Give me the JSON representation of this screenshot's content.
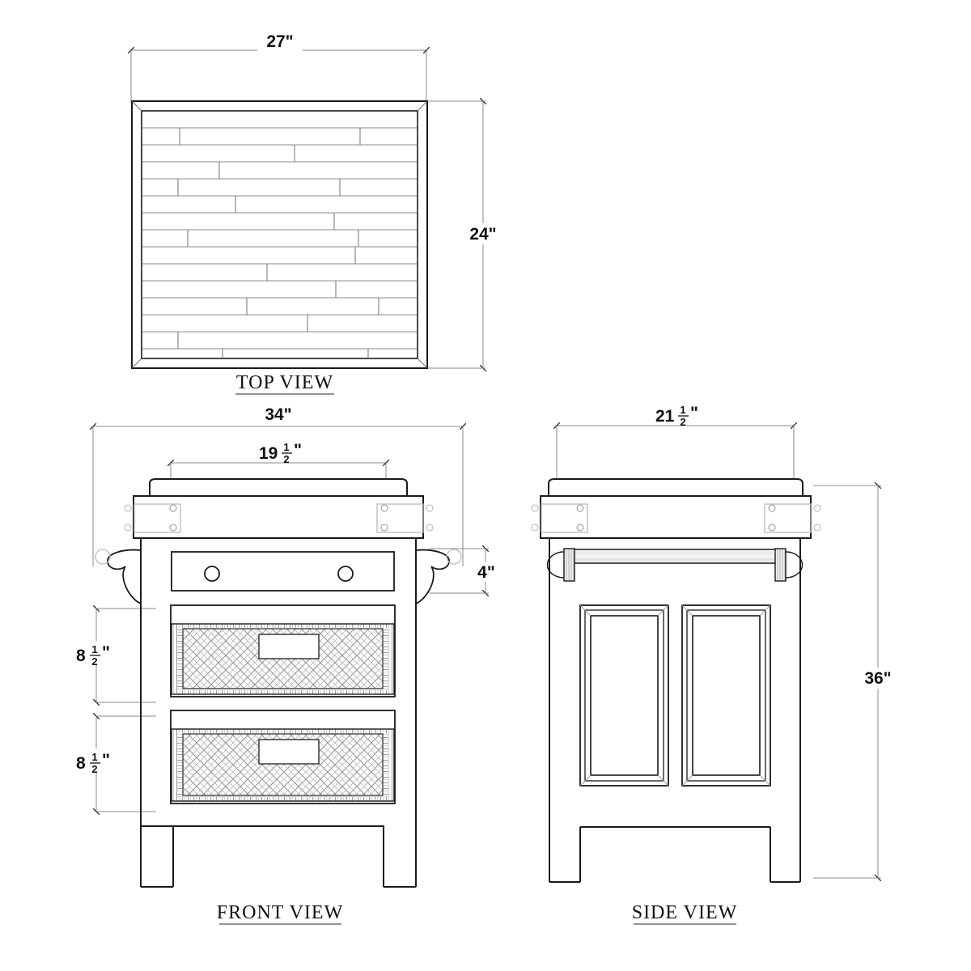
{
  "drawing": {
    "title": "Furniture technical drawing — three orthographic projections",
    "line_color": "#1a1a1a",
    "dim_line_color": "#8a8a8a",
    "hatch_color": "#7d7d7d",
    "background": "#ffffff"
  },
  "views": {
    "top": {
      "label": "TOP VIEW",
      "dimensions": {
        "width": {
          "value": "27",
          "unit": "\"",
          "text": "27\""
        },
        "depth": {
          "value": "24",
          "unit": "\"",
          "text": "24\""
        }
      },
      "surface": "staggered plank top",
      "plank_rows": 14
    },
    "front": {
      "label": "FRONT VIEW",
      "dimensions": {
        "overall_width": {
          "value": "34",
          "unit": "\"",
          "text": "34\""
        },
        "top_width": {
          "whole": "19",
          "num": "1",
          "den": "2",
          "unit": "\"",
          "text": "19 1/2\""
        },
        "drawer_height": {
          "value": "4",
          "unit": "\"",
          "text": "4\""
        },
        "basket_upper": {
          "whole": "8",
          "num": "1",
          "den": "2",
          "unit": "\"",
          "text": "8 1/2\""
        },
        "basket_lower": {
          "whole": "8",
          "num": "1",
          "den": "2",
          "unit": "\"",
          "text": "8 1/2\""
        }
      },
      "components": [
        "butcher-block top",
        "metal bracket plates",
        "scroll corbels",
        "drawer with two knobs",
        "upper woven basket",
        "lower woven basket",
        "legs with arched apron"
      ],
      "drawer_knobs": 2,
      "bracket_bolts_per_plate": 4,
      "baskets": 2
    },
    "side": {
      "label": "SIDE VIEW",
      "dimensions": {
        "depth": {
          "whole": "21",
          "num": "1",
          "den": "2",
          "unit": "\"",
          "text": "21 1/2\""
        },
        "height": {
          "value": "36",
          "unit": "\"",
          "text": "36\""
        }
      },
      "components": [
        "butcher-block top",
        "metal bracket plates",
        "towel bar",
        "two recessed panel doors",
        "legs with arched apron"
      ],
      "panel_doors": 2
    }
  }
}
